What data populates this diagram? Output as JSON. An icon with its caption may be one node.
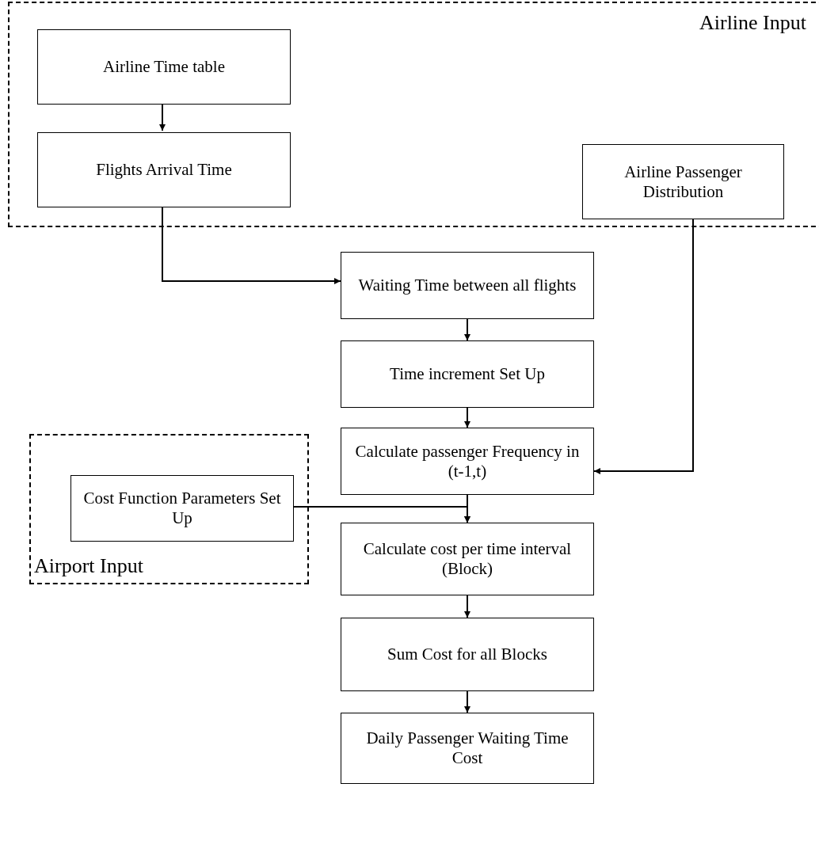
{
  "diagram": {
    "nodes": [
      {
        "text": [
          "Airline Input"
        ]
      },
      {
        "text": [
          "Airline Time table"
        ],
        "in": 0
      },
      {
        "text": [
          "Flights Arrival Time"
        ],
        "in": 0
      },
      {
        "text": [
          "Airline Passenger Distribution"
        ],
        "in": 0
      },
      {
        "text": [
          "Waiting Time between all flights"
        ]
      },
      {
        "text": [
          "Time increment Set Up"
        ]
      },
      {
        "text": [
          "Calculate passenger Frequency in (t-1,t)"
        ]
      },
      {
        "text": [
          "Airport Input"
        ]
      },
      {
        "text": [
          "Cost Function Parameters Set Up"
        ],
        "in": 7
      },
      {
        "text": [
          "Calculate cost per time interval (Block)"
        ]
      },
      {
        "text": [
          "Sum Cost for all Blocks"
        ]
      },
      {
        "text": [
          "Daily Passenger Waiting Time Cost"
        ]
      }
    ],
    "edges": [
      {
        "from": 1,
        "to": 2,
        "arrow": "to"
      },
      {
        "from": 2,
        "to": 4,
        "arrow": "to"
      },
      {
        "from": 4,
        "to": 5,
        "arrow": "to"
      },
      {
        "from": 5,
        "to": 6,
        "arrow": "to"
      },
      {
        "from": 3,
        "to": 6,
        "arrow": "to"
      },
      {
        "from": 6,
        "to": 9,
        "arrow": "to"
      },
      {
        "from": 8,
        "to": 9,
        "arrow": "to"
      },
      {
        "from": 9,
        "to": 10,
        "arrow": "to"
      },
      {
        "from": 10,
        "to": 11,
        "arrow": "to"
      }
    ]
  }
}
